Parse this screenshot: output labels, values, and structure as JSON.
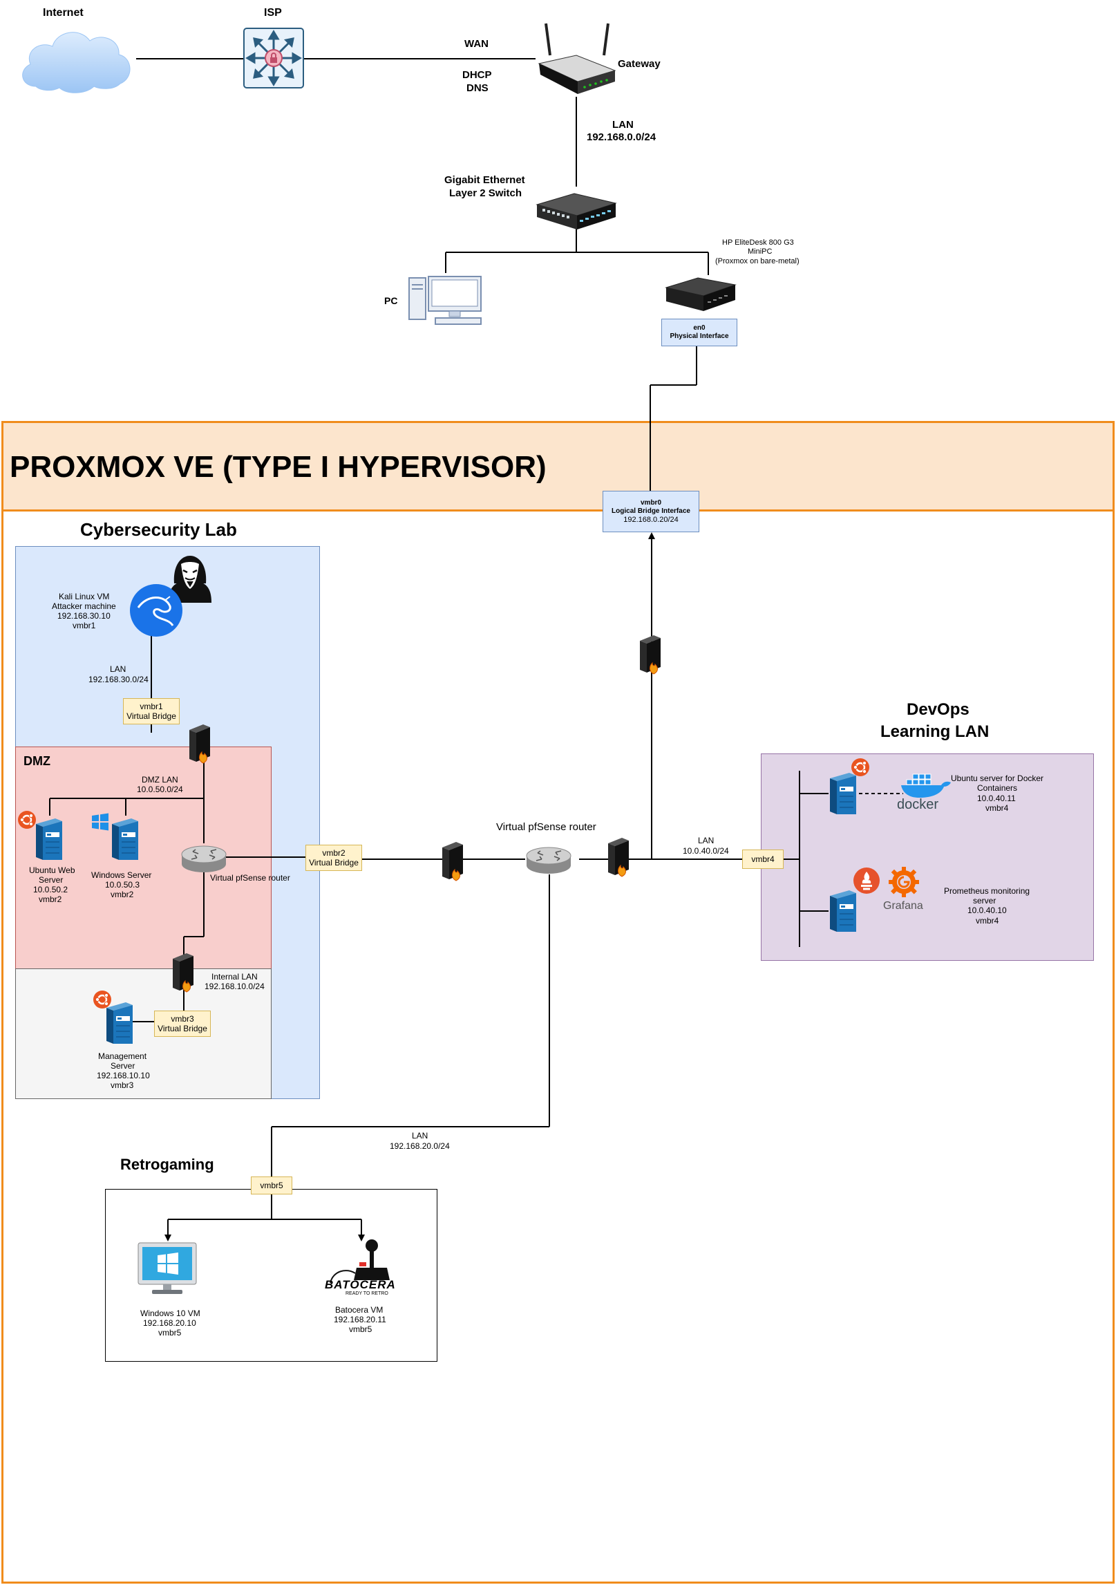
{
  "top": {
    "internet": "Internet",
    "isp": "ISP",
    "wan": "WAN",
    "dhcp": "DHCP",
    "dns": "DNS",
    "gateway": "Gateway",
    "lan": "LAN",
    "lan_subnet": "192.168.0.0/24",
    "switch_line1": "Gigabit Ethernet",
    "switch_line2": "Layer 2 Switch",
    "pc": "PC",
    "minipc_line1": "HP EliteDesk 800 G3",
    "minipc_line2": "MiniPC",
    "minipc_line3": "(Proxmox on bare-metal)",
    "en0_line1": "en0",
    "en0_line2": "Physical Interface"
  },
  "hypervisor": {
    "title": "PROXMOX VE (TYPE I HYPERVISOR)",
    "vmbr0_line1": "vmbr0",
    "vmbr0_line2": "Logical Bridge Interface",
    "vmbr0_line3": "192.168.0.20/24"
  },
  "cyberlab": {
    "title": "Cybersecurity Lab",
    "kali_line1": "Kali Linux VM",
    "kali_line2": "Attacker machine",
    "kali_line3": "192.168.30.10",
    "kali_line4": "vmbr1",
    "lan": "LAN",
    "lan_subnet": "192.168.30.0/24",
    "vmbr1_line1": "vmbr1",
    "vmbr1_line2": "Virtual Bridge",
    "dmz": "DMZ",
    "dmz_lan": "DMZ LAN",
    "dmz_subnet": "10.0.50.0/24",
    "ubuntu_web_line1": "Ubuntu Web",
    "ubuntu_web_line2": "Server",
    "ubuntu_web_line3": "10.0.50.2",
    "ubuntu_web_line4": "vmbr2",
    "windows_server_line1": "Windows Server",
    "windows_server_line2": "10.0.50.3",
    "windows_server_line3": "vmbr2",
    "virtual_router": "Virtual pfSense router",
    "vmbr2_line1": "vmbr2",
    "vmbr2_line2": "Virtual Bridge",
    "internal_lan": "Internal LAN",
    "internal_subnet": "192.168.10.0/24",
    "vmbr3_line1": "vmbr3",
    "vmbr3_line2": "Virtual Bridge",
    "mgmt_line1": "Management",
    "mgmt_line2": "Server",
    "mgmt_line3": "192.168.10.10",
    "mgmt_line4": "vmbr3"
  },
  "core": {
    "router_label": "Virtual pfSense router",
    "lan": "LAN",
    "lan_subnet": "10.0.40.0/24",
    "vmbr4": "vmbr4",
    "retro_lan": "LAN",
    "retro_subnet": "192.168.20.0/24"
  },
  "devops": {
    "title_line1": "DevOps",
    "title_line2": "Learning LAN",
    "docker_srv_line1": "Ubuntu server for Docker",
    "docker_srv_line2": "Containers",
    "docker_srv_line3": "10.0.40.11",
    "docker_srv_line4": "vmbr4",
    "docker_logo": "docker",
    "grafana_logo": "Grafana",
    "prom_line1": "Prometheus monitoring",
    "prom_line2": "server",
    "prom_line3": "10.0.40.10",
    "prom_line4": "vmbr4"
  },
  "retro": {
    "title": "Retrogaming",
    "vmbr5": "vmbr5",
    "win10_line1": "Windows 10 VM",
    "win10_line2": "192.168.20.10",
    "win10_line3": "vmbr5",
    "batocera_logo": "BATOCERA",
    "batocera_tag": "READY TO RETRO",
    "batocera_line1": "Batocera VM",
    "batocera_line2": "192.168.20.11",
    "batocera_line3": "vmbr5"
  },
  "colors": {
    "hypervisor_border": "#f08c1c",
    "hypervisor_header": "#fce5cd",
    "cyber_fill": "#dae8fc",
    "dmz_fill": "#f8cecc",
    "internal_fill": "#f5f5f5",
    "devops_fill": "#e1d5e7",
    "bridge_fill": "#fff2cc",
    "server_blue": "#1b75bb",
    "ubuntu_orange": "#e95420"
  }
}
